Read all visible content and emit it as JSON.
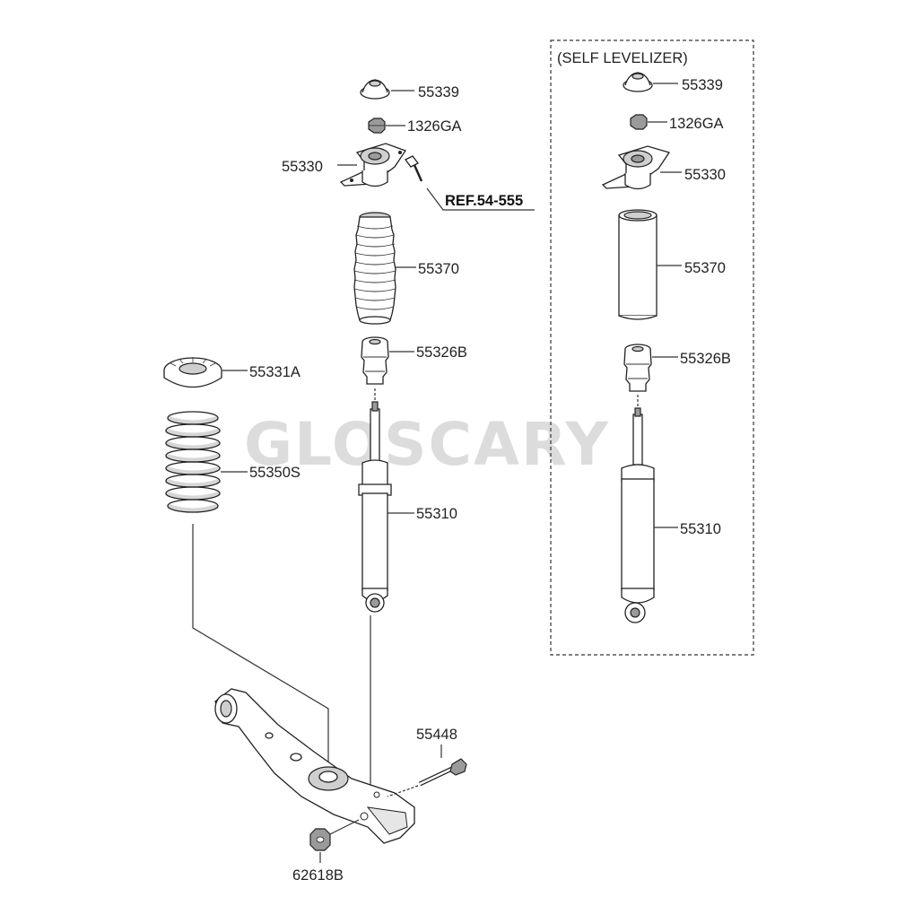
{
  "watermark": "GLOSCARY",
  "self_levelizer": {
    "title": "(SELF LEVELIZER)",
    "labels": {
      "insulator": "55339",
      "nut": "1326GA",
      "mount": "55330",
      "dust_cover": "55370",
      "bumper": "55326B",
      "shock": "55310"
    }
  },
  "main": {
    "labels": {
      "insulator": "55339",
      "nut": "1326GA",
      "mount": "55330",
      "reference": "REF.54-555",
      "dust_cover": "55370",
      "bumper": "55326B",
      "spring_pad": "55331A",
      "spring": "55350S",
      "shock": "55310",
      "bolt": "55448",
      "lower_nut": "62618B"
    }
  }
}
